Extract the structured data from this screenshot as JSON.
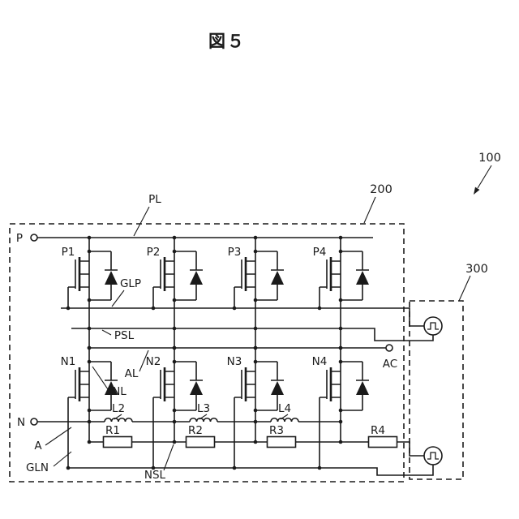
{
  "figure": {
    "title": "図５"
  },
  "references": {
    "r100": "100",
    "r200": "200",
    "r300": "300"
  },
  "terminals": {
    "p": "P",
    "n": "N",
    "ac": "AC"
  },
  "nets": {
    "pl": "PL",
    "glp": "GLP",
    "psl": "PSL",
    "al": "AL",
    "nl": "NL",
    "a": "A",
    "gln": "GLN",
    "nsl": "NSL"
  },
  "transistors": {
    "p1": "P1",
    "p2": "P2",
    "p3": "P3",
    "p4": "P4",
    "n1": "N1",
    "n2": "N2",
    "n3": "N3",
    "n4": "N4"
  },
  "inductors": {
    "l2": "L2",
    "l3": "L3",
    "l4": "L4"
  },
  "resistors": {
    "r1": "R1",
    "r2": "R2",
    "r3": "R3",
    "r4": "R4"
  },
  "colors": {
    "ink": "#1a1a1a",
    "background": "#ffffff"
  }
}
